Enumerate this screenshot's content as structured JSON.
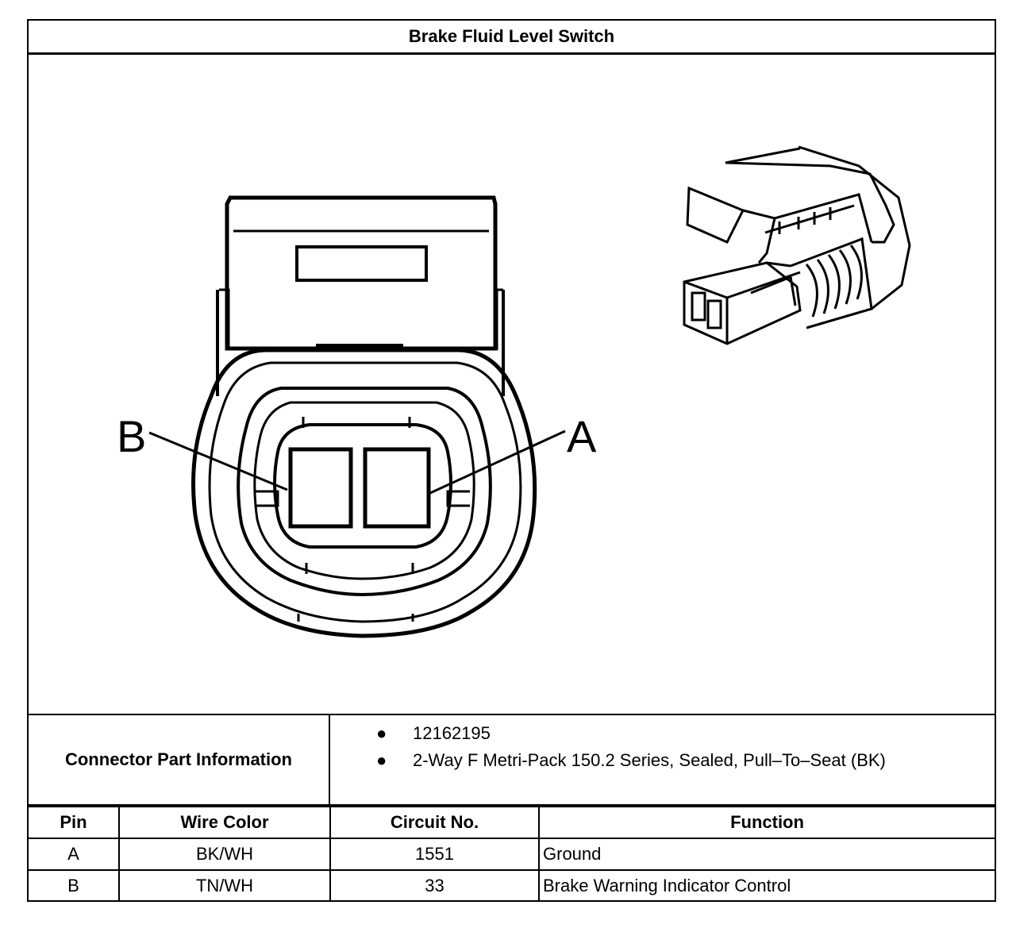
{
  "title": "Brake Fluid Level Switch",
  "diagram": {
    "pin_labels": {
      "left": "B",
      "right": "A"
    }
  },
  "connector_info": {
    "label": "Connector Part Information",
    "items": [
      "12162195",
      "2-Way F Metri-Pack 150.2 Series, Sealed, Pull–To–Seat (BK)"
    ]
  },
  "pin_table": {
    "headers": [
      "Pin",
      "Wire Color",
      "Circuit No.",
      "Function"
    ],
    "rows": [
      [
        "A",
        "BK/WH",
        "1551",
        "Ground"
      ],
      [
        "B",
        "TN/WH",
        "33",
        "Brake Warning Indicator Control"
      ]
    ]
  }
}
